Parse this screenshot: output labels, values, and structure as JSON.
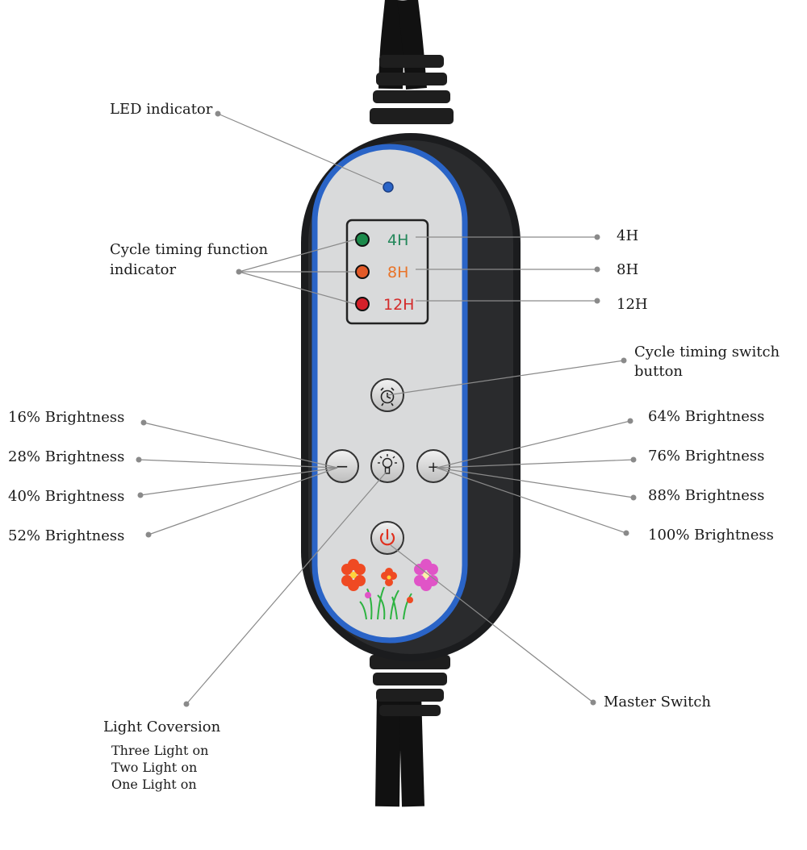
{
  "colors": {
    "body": "#1b1c1e",
    "panel": "#d9dadb",
    "ring": "#2a64c7",
    "led_green": "#1c8a4b",
    "led_orange": "#e25a28",
    "led_red": "#d4202a",
    "text_green": "#23875a",
    "text_orange": "#e8742a",
    "text_red": "#d42a2a",
    "leader": "#8a8a8a"
  },
  "device": {
    "timers": [
      "4H",
      "8H",
      "12H"
    ],
    "minus_symbol": "−",
    "plus_symbol": "+"
  },
  "labels": {
    "led_indicator": "LED indicator",
    "cycle_indicator": [
      "Cycle timing function",
      "indicator"
    ],
    "timer_4h": "4H",
    "timer_8h": "8H",
    "timer_12h": "12H",
    "cycle_switch": [
      "Cycle timing switch",
      "button"
    ],
    "minus_levels": [
      "16% Brightness",
      "28% Brightness",
      "40% Brightness",
      "52% Brightness"
    ],
    "plus_levels": [
      "64% Brightness",
      "76% Brightness",
      "88% Brightness",
      "100% Brightness"
    ],
    "light_conversion": "Light Coversion",
    "light_modes": [
      "Three Light on",
      "Two Light on",
      "One Light on"
    ],
    "master_switch": "Master Switch"
  },
  "icons": {
    "cycle": "alarm-clock-icon",
    "light": "bulb-icon",
    "power": "power-icon"
  }
}
